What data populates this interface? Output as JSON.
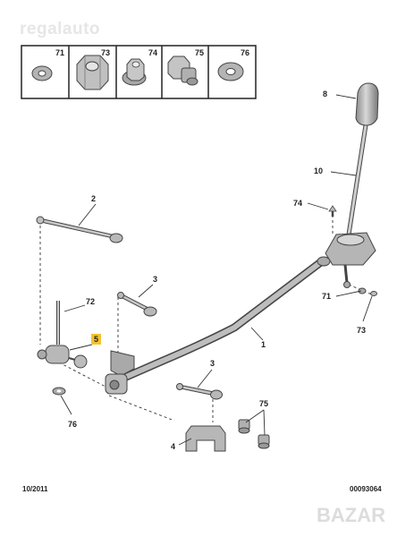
{
  "watermark": "regalauto",
  "marketplace_logo": "BAZAR",
  "legend": {
    "items": [
      {
        "number": "71",
        "icon": "flat-washer-icon"
      },
      {
        "number": "73",
        "icon": "hex-nut-icon"
      },
      {
        "number": "74",
        "icon": "flanged-nut-icon"
      },
      {
        "number": "75",
        "icon": "bushing-nut-icon"
      },
      {
        "number": "76",
        "icon": "washer-icon"
      }
    ]
  },
  "callouts": {
    "c1": "1",
    "c2": "2",
    "c3a": "3",
    "c3b": "3",
    "c4": "4",
    "c5": "5",
    "c8": "8",
    "c10": "10",
    "c71": "71",
    "c72": "72",
    "c73": "73",
    "c74": "74",
    "c75": "75",
    "c76": "76"
  },
  "footer": {
    "date": "10/2011",
    "diagram_code": "00093064"
  },
  "colors": {
    "part_fill": "#b9b9b9",
    "part_stroke": "#444444",
    "highlight": "#f2c230"
  }
}
